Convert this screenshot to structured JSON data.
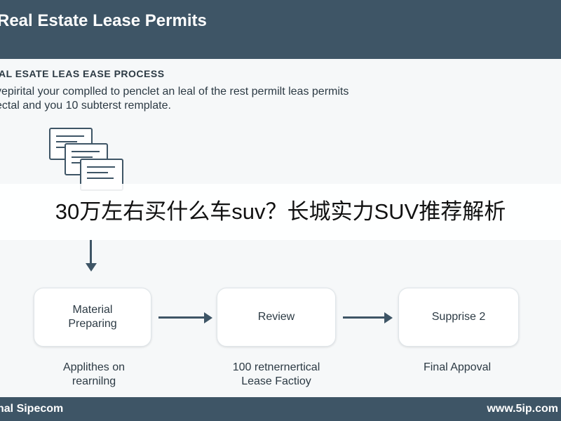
{
  "header": {
    "title": "Real Estate Lease Permits"
  },
  "section": {
    "title": "AL ESATE LEAS EASE PROCESS",
    "description_lines": [
      "yepirital your complled to penclet an leal of the rest permilt leas permits",
      "ectal and you 10 subterst remplate."
    ]
  },
  "banner": {
    "text": "30万左右买什么车suv？长城实力SUV推荐解析"
  },
  "steps": [
    {
      "label_lines": [
        "Material",
        "Preparing"
      ],
      "caption_lines": [
        "Applithes on",
        "rearnilng"
      ]
    },
    {
      "label_lines": [
        "Review"
      ],
      "caption_lines": [
        "100 retnernertical",
        "Lease Factioy"
      ]
    },
    {
      "label_lines": [
        "Supprise 2"
      ],
      "caption_lines": [
        "Final Appoval"
      ]
    }
  ],
  "footer": {
    "left": "nal Sipecom",
    "right": "www.5ip.com"
  },
  "colors": {
    "primary": "#3e5566",
    "background": "#f6f8f9"
  },
  "icons": {
    "documents": "document-stack-icon"
  }
}
